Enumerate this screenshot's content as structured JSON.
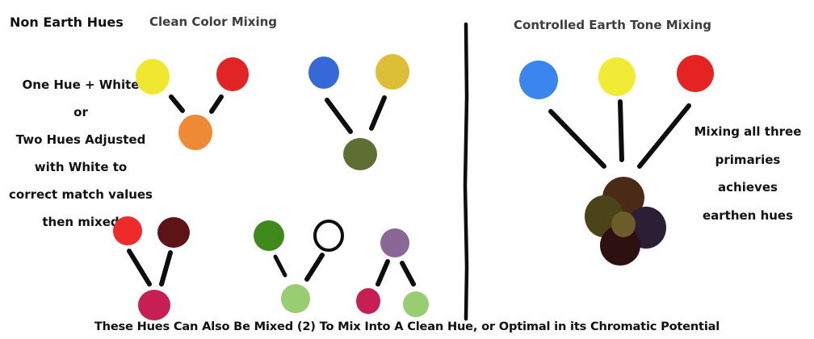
{
  "headers": {
    "non_earth": "Non Earth Hues",
    "clean_mixing": "Clean Color Mixing",
    "earth_mixing": "Controlled Earth Tone Mixing"
  },
  "left_note": [
    "One Hue + White",
    "or",
    "Two Hues Adjusted",
    "with White to",
    "correct match values",
    "then mixed"
  ],
  "right_note": [
    "Mixing all three",
    "primaries",
    "achieves",
    "earthen hues"
  ],
  "bottom_caption": "These Hues Can Also Be Mixed (2) To Mix Into A Clean Hue, or Optimal in its Chromatic Potential",
  "colors": {
    "yellow": "#f0e830",
    "red": "#e12424",
    "orange": "#ee8a35",
    "blue": "#3569d8",
    "ochre": "#dcbf34",
    "olive": "#5f6e32",
    "bright_red": "#ef2a2a",
    "maroon": "#5e1416",
    "crimson": "#c71f54",
    "green": "#3f8a1a",
    "white": "#ffffff",
    "light_green": "#98cd72",
    "mauve": "#8a6796",
    "sky_blue": "#3a86ee",
    "lemon": "#f0ec36",
    "primary_red": "#e52323",
    "earth_brown": "#4b2a17",
    "earth_olive": "#4b4418",
    "earth_navy": "#2a1f35",
    "earth_dark": "#2c1110",
    "earth_khaki": "#6b5c2a"
  }
}
